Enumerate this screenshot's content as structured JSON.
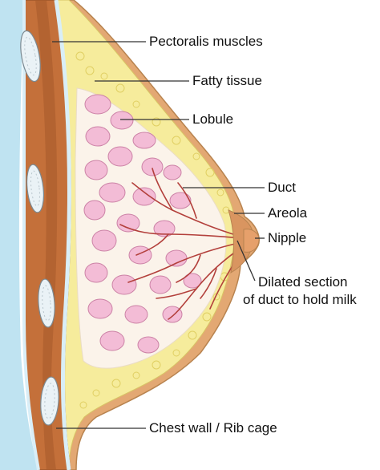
{
  "labels": {
    "pectoralis": "Pectoralis muscles",
    "fatty": "Fatty tissue",
    "lobule": "Lobule",
    "duct": "Duct",
    "areola": "Areola",
    "nipple": "Nipple",
    "dilated_line1": "Dilated section",
    "dilated_line2": "of duct to hold milk",
    "chestwall": "Chest wall / Rib cage"
  },
  "colors": {
    "lung": "#bfe3f1",
    "muscle": "#c4703a",
    "muscle_dark": "#8a4a22",
    "skin": "#e3a873",
    "skin_edge": "#b8834f",
    "fat": "#f6ec9c",
    "fat_dot": "#e0cf63",
    "lobule": "#f3bcd6",
    "lobule_edge": "#cc82a6",
    "glandular": "#fbf3ea",
    "duct": "#b3403c",
    "rib": "#eaf2f6",
    "fascia": "#d9eef7",
    "leader": "#333333"
  }
}
